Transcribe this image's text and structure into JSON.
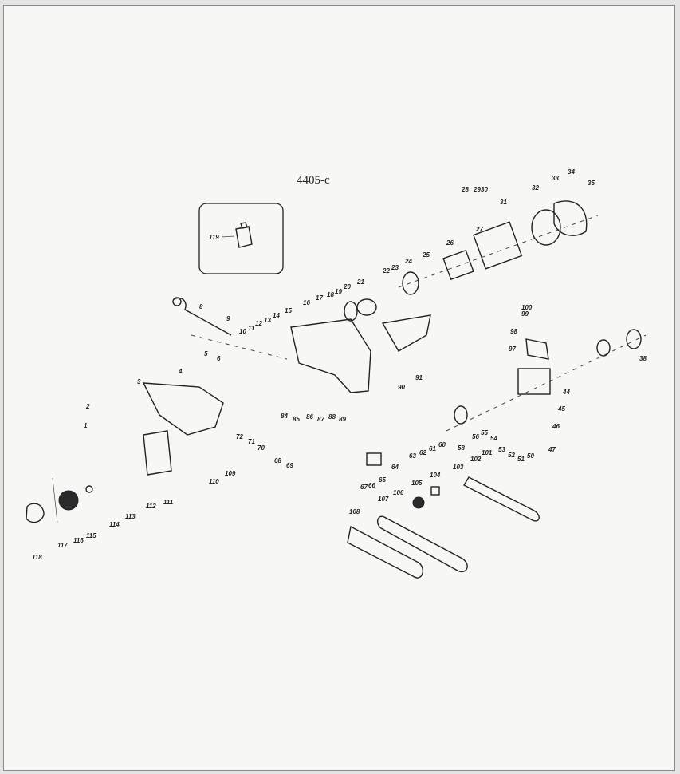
{
  "diagram": {
    "title": "4405-c",
    "inset_label": "119",
    "labels": [
      {
        "id": "l1",
        "text": "1"
      },
      {
        "id": "l2",
        "text": "2"
      },
      {
        "id": "l3",
        "text": "3"
      },
      {
        "id": "l4",
        "text": "4"
      },
      {
        "id": "l5",
        "text": "5"
      },
      {
        "id": "l6",
        "text": "6"
      },
      {
        "id": "l8",
        "text": "8"
      },
      {
        "id": "l9",
        "text": "9"
      },
      {
        "id": "l10",
        "text": "10"
      },
      {
        "id": "l11",
        "text": "11"
      },
      {
        "id": "l12",
        "text": "12"
      },
      {
        "id": "l13",
        "text": "13"
      },
      {
        "id": "l14",
        "text": "14"
      },
      {
        "id": "l15",
        "text": "15"
      },
      {
        "id": "l16",
        "text": "16"
      },
      {
        "id": "l17",
        "text": "17"
      },
      {
        "id": "l18",
        "text": "18"
      },
      {
        "id": "l19",
        "text": "19"
      },
      {
        "id": "l20",
        "text": "20"
      },
      {
        "id": "l21",
        "text": "21"
      },
      {
        "id": "l22",
        "text": "22"
      },
      {
        "id": "l23",
        "text": "23"
      },
      {
        "id": "l24",
        "text": "24"
      },
      {
        "id": "l25",
        "text": "25"
      },
      {
        "id": "l26",
        "text": "26"
      },
      {
        "id": "l27",
        "text": "27"
      },
      {
        "id": "l28",
        "text": "28"
      },
      {
        "id": "l29",
        "text": "29"
      },
      {
        "id": "l30",
        "text": "30"
      },
      {
        "id": "l31",
        "text": "31"
      },
      {
        "id": "l32",
        "text": "32"
      },
      {
        "id": "l33",
        "text": "33"
      },
      {
        "id": "l34",
        "text": "34"
      },
      {
        "id": "l35",
        "text": "35"
      },
      {
        "id": "l38",
        "text": "38"
      },
      {
        "id": "l44",
        "text": "44"
      },
      {
        "id": "l45",
        "text": "45"
      },
      {
        "id": "l46",
        "text": "46"
      },
      {
        "id": "l47",
        "text": "47"
      },
      {
        "id": "l50",
        "text": "50"
      },
      {
        "id": "l51",
        "text": "51"
      },
      {
        "id": "l52",
        "text": "52"
      },
      {
        "id": "l53",
        "text": "53"
      },
      {
        "id": "l54",
        "text": "54"
      },
      {
        "id": "l55",
        "text": "55"
      },
      {
        "id": "l56",
        "text": "56"
      },
      {
        "id": "l58",
        "text": "58"
      },
      {
        "id": "l60",
        "text": "60"
      },
      {
        "id": "l61",
        "text": "61"
      },
      {
        "id": "l62",
        "text": "62"
      },
      {
        "id": "l63",
        "text": "63"
      },
      {
        "id": "l64",
        "text": "64"
      },
      {
        "id": "l65",
        "text": "65"
      },
      {
        "id": "l66",
        "text": "66"
      },
      {
        "id": "l67",
        "text": "67"
      },
      {
        "id": "l68",
        "text": "68"
      },
      {
        "id": "l69",
        "text": "69"
      },
      {
        "id": "l70",
        "text": "70"
      },
      {
        "id": "l71",
        "text": "71"
      },
      {
        "id": "l72",
        "text": "72"
      },
      {
        "id": "l84",
        "text": "84"
      },
      {
        "id": "l85",
        "text": "85"
      },
      {
        "id": "l86",
        "text": "86"
      },
      {
        "id": "l87",
        "text": "87"
      },
      {
        "id": "l88",
        "text": "88"
      },
      {
        "id": "l89",
        "text": "89"
      },
      {
        "id": "l90",
        "text": "90"
      },
      {
        "id": "l91",
        "text": "91"
      },
      {
        "id": "l97",
        "text": "97"
      },
      {
        "id": "l98",
        "text": "98"
      },
      {
        "id": "l99",
        "text": "99"
      },
      {
        "id": "l100",
        "text": "100"
      },
      {
        "id": "l101",
        "text": "101"
      },
      {
        "id": "l102",
        "text": "102"
      },
      {
        "id": "l103",
        "text": "103"
      },
      {
        "id": "l104",
        "text": "104"
      },
      {
        "id": "l105",
        "text": "105"
      },
      {
        "id": "l106",
        "text": "106"
      },
      {
        "id": "l107",
        "text": "107"
      },
      {
        "id": "l108",
        "text": "108"
      },
      {
        "id": "l109",
        "text": "109"
      },
      {
        "id": "l110",
        "text": "110"
      },
      {
        "id": "l111",
        "text": "111"
      },
      {
        "id": "l112",
        "text": "112"
      },
      {
        "id": "l113",
        "text": "113"
      },
      {
        "id": "l114",
        "text": "114"
      },
      {
        "id": "l115",
        "text": "115"
      },
      {
        "id": "l116",
        "text": "116"
      },
      {
        "id": "l117",
        "text": "117"
      },
      {
        "id": "l118",
        "text": "118"
      }
    ]
  }
}
